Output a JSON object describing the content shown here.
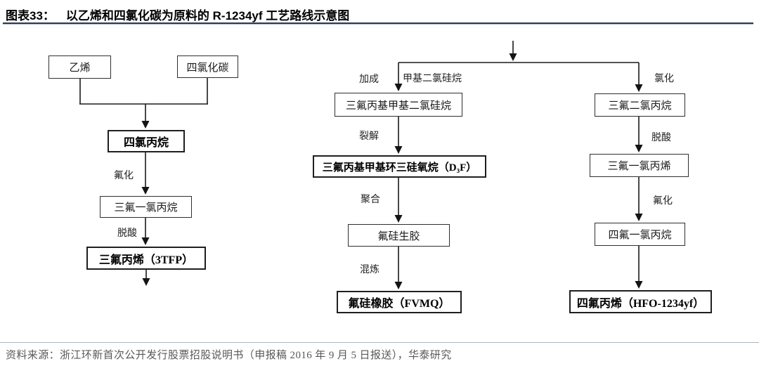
{
  "header": {
    "fig_label": "图表33：",
    "title": "以乙烯和四氯化碳为原料的 R-1234yf 工艺路线示意图"
  },
  "flowchart": {
    "nodes": {
      "ethylene": "乙烯",
      "carbon_tetrachloride": "四氯化碳",
      "tetrachloropropane": "四氯丙烷",
      "trifluoro_chloropropane": "三氟一氯丙烷",
      "trifluoropropene_3tfp": "三氟丙烯（3TFP）",
      "trifluoropropyl_methyl_dichlorosilane": "三氟丙基甲基二氯硅烷",
      "d3f_cyclotrisiloxane": "三氟丙基甲基环三硅氧烷（D₃F）",
      "fluorosilicone_gum": "氟硅生胶",
      "fluorosilicone_rubber_fvmq": "氟硅橡胶（FVMQ）",
      "trifluoro_dichloropropane": "三氟二氯丙烷",
      "trifluoro_chloropropene": "三氟一氯丙烯",
      "tetrafluoro_chloropropane": "四氟一氯丙烷",
      "tetrafluoropropene_hfo1234yf": "四氟丙烯（HFO-1234yf）"
    },
    "edge_labels": {
      "fluorination_left": "氟化",
      "deacidification_left": "脱酸",
      "addition": "加成",
      "methyl_dichlorosilane_feed": "甲基二氯硅烷",
      "chlorination": "氯化",
      "cracking": "裂解",
      "polymerization": "聚合",
      "compounding": "混炼",
      "deacidification_right": "脱酸",
      "fluorination_right": "氟化"
    }
  },
  "footer": {
    "source": "资料来源：浙江环新首次公开发行股票招股说明书（申报稿 2016 年 9 月 5 日报送），华泰研究"
  },
  "colors": {
    "title_rule_dark": "#31394a",
    "title_rule_light": "#a8bdd8",
    "footer_rule": "#a3b8d0",
    "footer_text": "#595959",
    "box_border": "#2f2f2f",
    "connector": "#1a1a1a",
    "background": "#ffffff"
  }
}
